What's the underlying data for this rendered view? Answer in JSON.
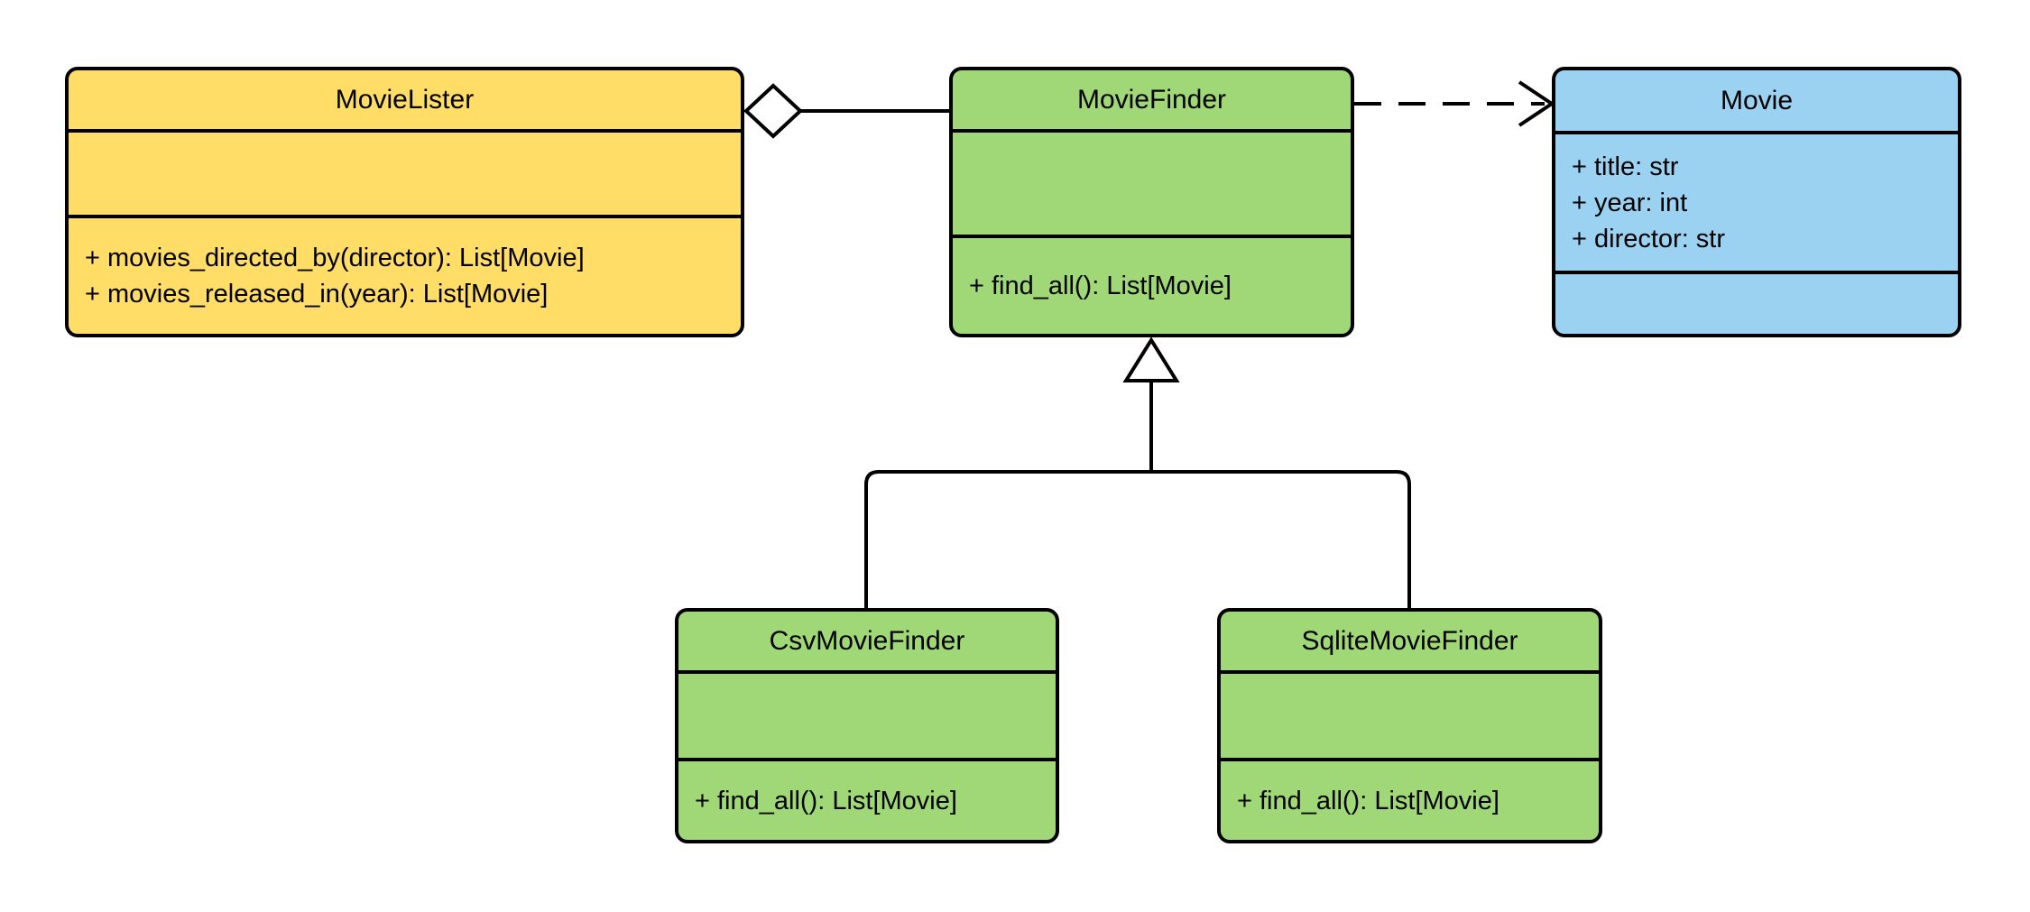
{
  "diagram": {
    "kind": "uml-class-diagram",
    "classes": [
      {
        "name": "MovieLister",
        "fill": "#ffdd66",
        "attributes": [],
        "methods": [
          "+ movies_directed_by(director): List[Movie]",
          "+ movies_released_in(year): List[Movie]"
        ]
      },
      {
        "name": "MovieFinder",
        "fill": "#a0d877",
        "attributes": [],
        "methods": [
          "+ find_all(): List[Movie]"
        ]
      },
      {
        "name": "Movie",
        "fill": "#9bd2f2",
        "attributes": [
          "+ title: str",
          "+ year: int",
          "+ director: str"
        ],
        "methods": []
      },
      {
        "name": "CsvMovieFinder",
        "fill": "#a0d877",
        "attributes": [],
        "methods": [
          "+ find_all(): List[Movie]"
        ]
      },
      {
        "name": "SqliteMovieFinder",
        "fill": "#a0d877",
        "attributes": [],
        "methods": [
          "+ find_all(): List[Movie]"
        ]
      }
    ],
    "relationships": [
      {
        "type": "aggregation",
        "source": "MovieLister",
        "target": "MovieFinder"
      },
      {
        "type": "dependency",
        "source": "MovieFinder",
        "target": "Movie",
        "line": "dashed"
      },
      {
        "type": "inheritance",
        "source": "CsvMovieFinder",
        "target": "MovieFinder"
      },
      {
        "type": "inheritance",
        "source": "SqliteMovieFinder",
        "target": "MovieFinder"
      }
    ],
    "colors": {
      "lister_fill": "#ffdd66",
      "finder_fill": "#a0d877",
      "movie_fill": "#9bd2f2",
      "stroke": "#000000",
      "background": "#ffffff"
    }
  }
}
